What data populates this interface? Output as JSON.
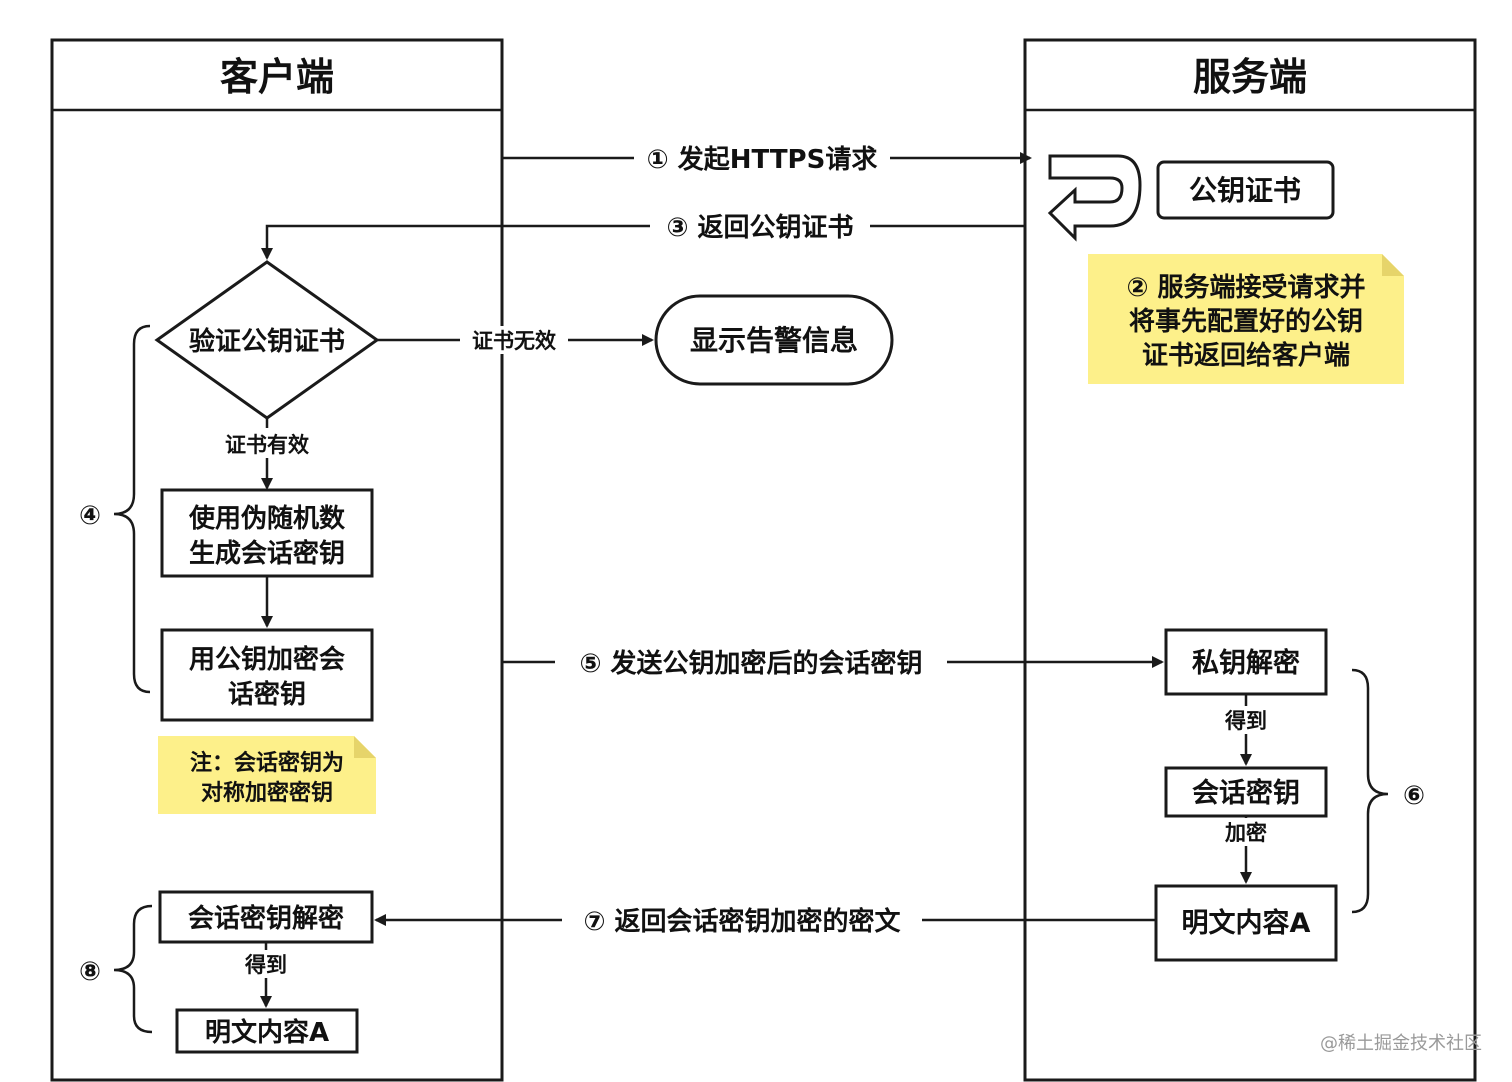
{
  "lanes": {
    "client": "客户端",
    "server": "服务端"
  },
  "steps": {
    "s1": "① 发起HTTPS请求",
    "s3": "③ 返回公钥证书",
    "s5": "⑤ 发送公钥加密后的会话密钥",
    "s7": "⑦ 返回会话密钥加密的密文"
  },
  "client": {
    "verify": "验证公钥证书",
    "invalid_label": "证书无效",
    "alert": "显示告警信息",
    "valid_label": "证书有效",
    "gen_key_line1": "使用伪随机数",
    "gen_key_line2": "生成会话密钥",
    "encrypt_line1": "用公钥加密会",
    "encrypt_line2": "话密钥",
    "note_line1": "注：会话密钥为",
    "note_line2": "对称加密密钥",
    "decrypt": "会话密钥解密",
    "get_label": "得到",
    "plaintext": "明文内容A",
    "brace4": "④",
    "brace8": "⑧"
  },
  "server": {
    "cert": "公钥证书",
    "note_line1": "② 服务端接受请求并",
    "note_line2": "将事先配置好的公钥",
    "note_line3": "证书返回给客户端",
    "private_decrypt": "私钥解密",
    "get_label": "得到",
    "session_key": "会话密钥",
    "encrypt_label": "加密",
    "plaintext": "明文内容A",
    "brace6": "⑥"
  },
  "watermark": "@稀土掘金技术社区",
  "colors": {
    "note": "#fdf08a",
    "line": "#1a1a1a"
  }
}
